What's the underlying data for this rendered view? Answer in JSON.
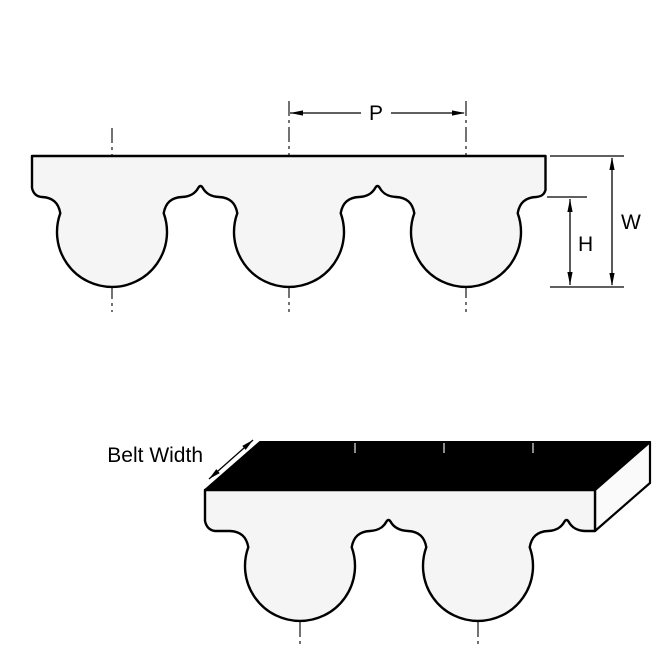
{
  "diagram": {
    "type": "timing-belt-profile-drawing",
    "labels": {
      "pitch": "P",
      "width": "W",
      "height": "H",
      "belt_width": "Belt Width"
    },
    "colors": {
      "background": "#ffffff",
      "outline": "#000000",
      "belt_fill": "#f5f5f5",
      "top_face_fill": "#000000",
      "side_face_fill": "#fafafa"
    }
  }
}
